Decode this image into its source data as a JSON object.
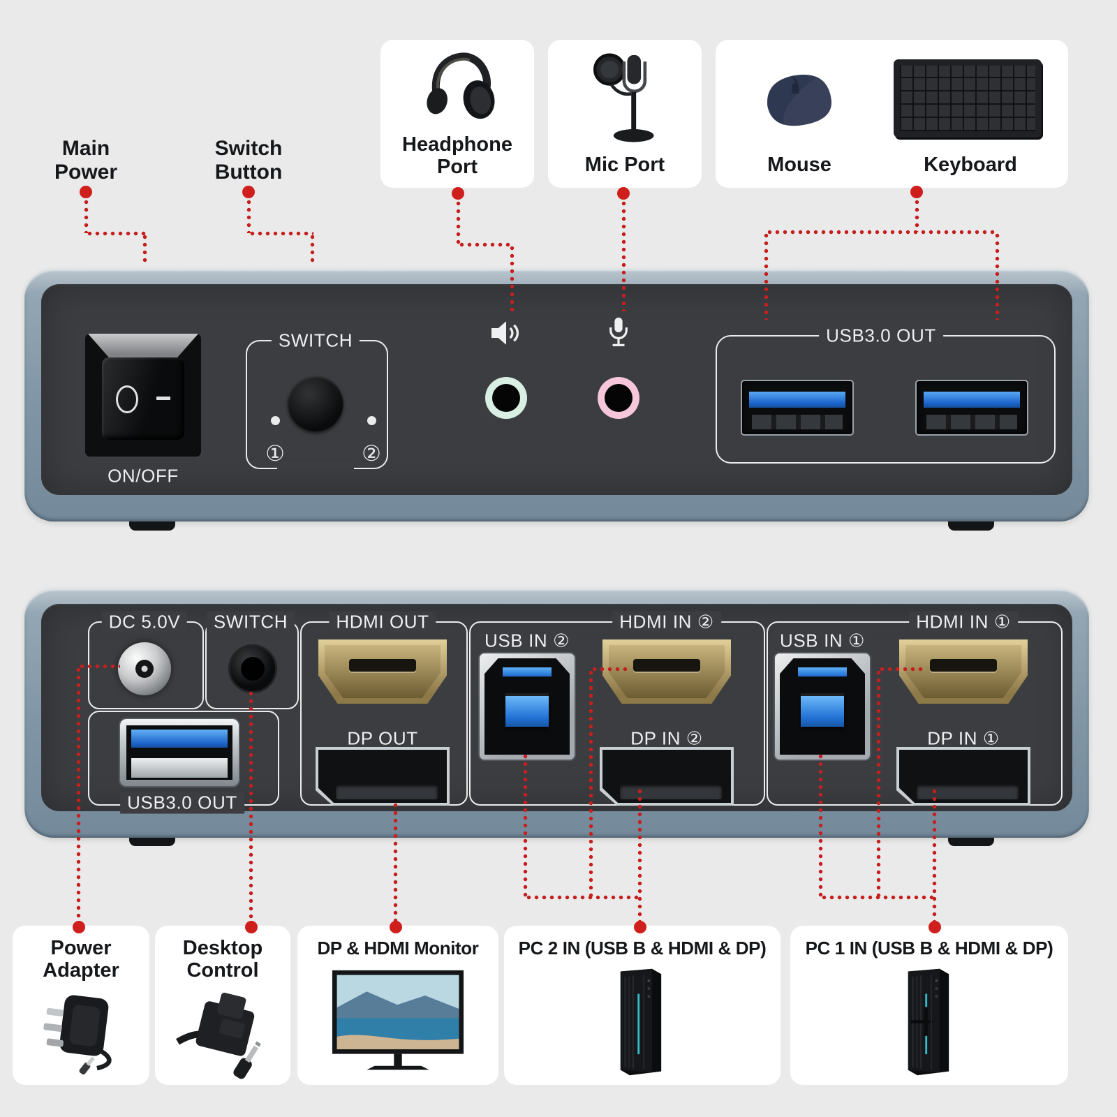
{
  "colors": {
    "background": "#e9eae9",
    "accent_red": "#c5201f",
    "device_face": "#3b3d40",
    "device_rim": "#8ba0ae",
    "usb_blue": "#2b7fe3",
    "hdmi_gold": "#bca76e",
    "jack_green_ring": "#d9efe4",
    "jack_pink_ring": "#f6c6da"
  },
  "annotations": {
    "main_power": "Main Power",
    "switch_button": "Switch Button"
  },
  "top_cards": {
    "headphone": {
      "label": "Headphone Port"
    },
    "mic": {
      "label": "Mic Port"
    },
    "mouse": {
      "label": "Mouse"
    },
    "keyboard": {
      "label": "Keyboard"
    }
  },
  "front_panel": {
    "on_off": "ON/OFF",
    "switch": "SWITCH",
    "led1": "①",
    "led2": "②",
    "usb_out": "USB3.0 OUT"
  },
  "rear_panel": {
    "dc": "DC 5.0V",
    "switch": "SWITCH",
    "hdmi_out": "HDMI OUT",
    "dp_out": "DP OUT",
    "usb_out": "USB3.0 OUT",
    "usb_in2": "USB IN ②",
    "hdmi_in2": "HDMI IN ②",
    "dp_in2": "DP IN ②",
    "usb_in1": "USB IN ①",
    "hdmi_in1": "HDMI IN ①",
    "dp_in1": "DP IN ①"
  },
  "bottom_cards": {
    "power_adapter": {
      "label": "Power Adapter"
    },
    "desktop_control": {
      "label": "Desktop Control"
    },
    "monitor": {
      "label": "DP & HDMI Monitor"
    },
    "pc2": {
      "label": "PC 2 IN (USB B & HDMI & DP)"
    },
    "pc1": {
      "label": "PC 1 IN (USB B & HDMI & DP)"
    }
  }
}
